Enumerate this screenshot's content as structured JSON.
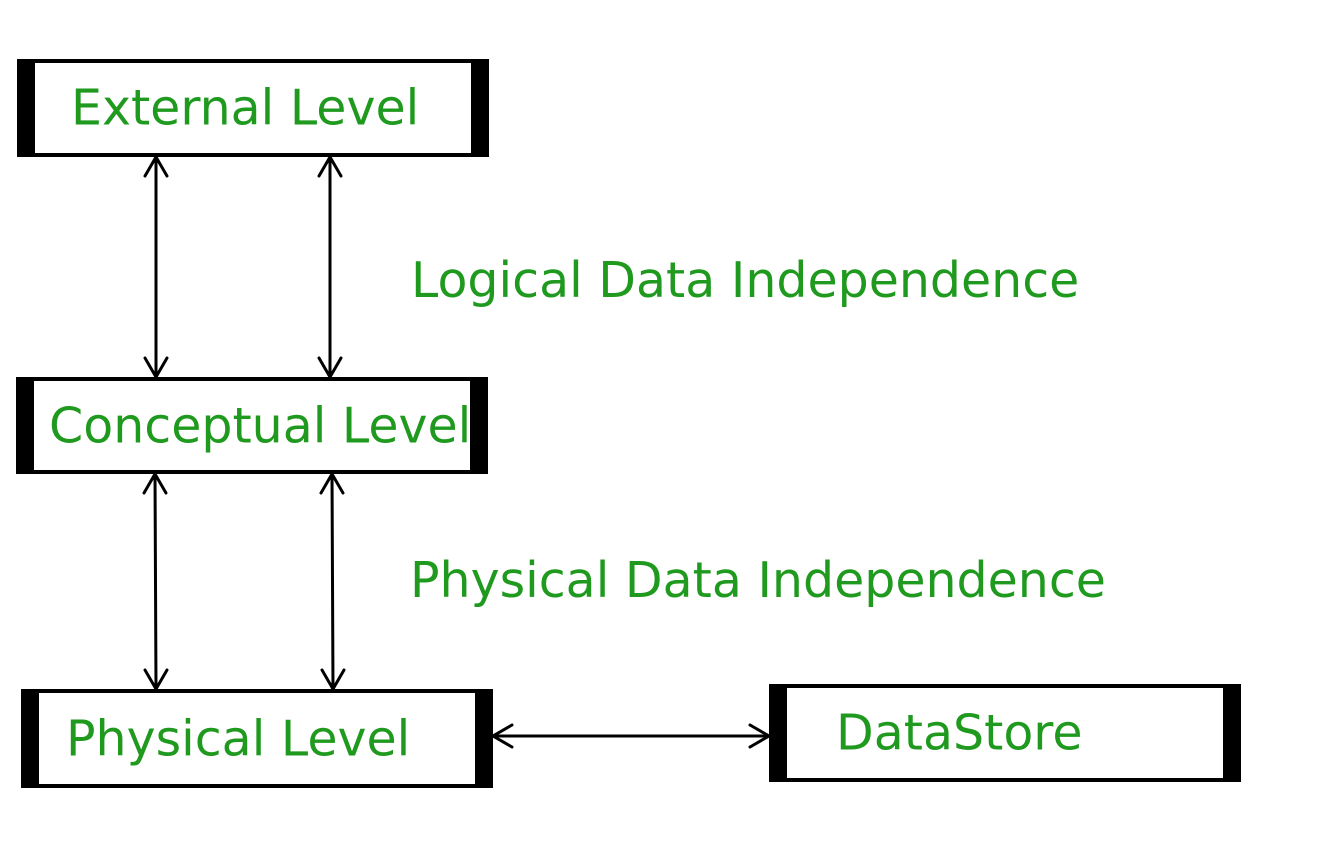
{
  "diagram": {
    "boxes": {
      "external": "External Level",
      "conceptual": "Conceptual Level",
      "physical": "Physical Level",
      "datastore": "DataStore"
    },
    "annotations": {
      "logical": "Logical Data Independence",
      "physical": "Physical Data Independence"
    },
    "colors": {
      "text": "#1f9a1f",
      "border": "#000000",
      "arrow": "#000000"
    }
  }
}
